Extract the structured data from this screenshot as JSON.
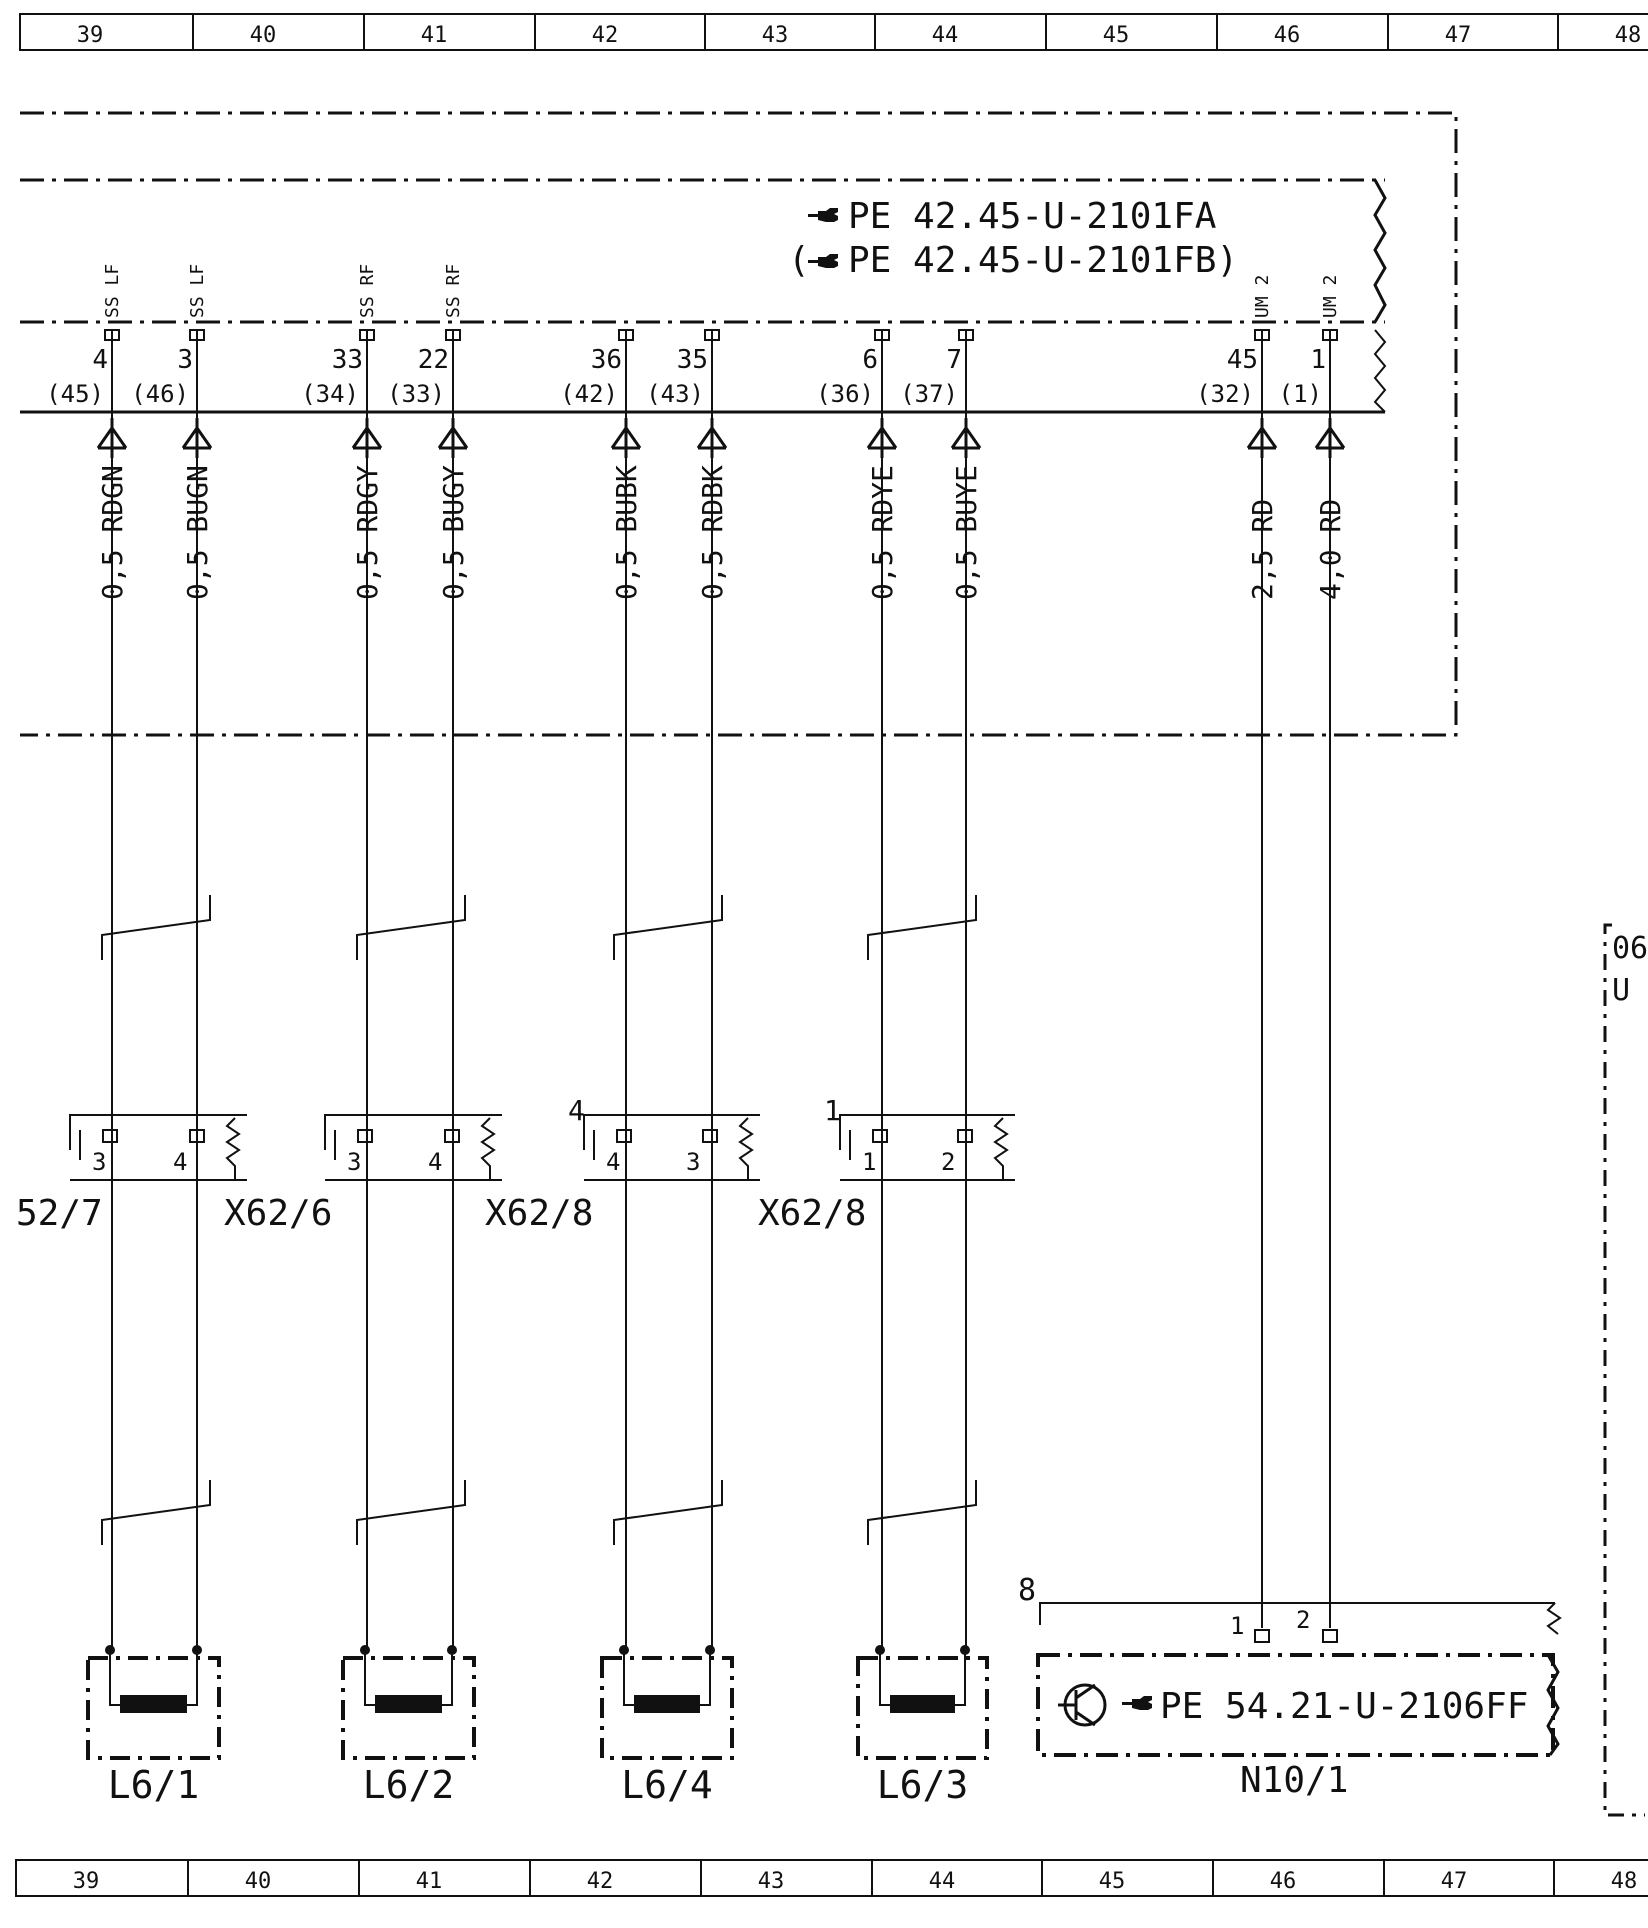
{
  "top_ruler": [
    "39",
    "40",
    "41",
    "42",
    "43",
    "44",
    "45",
    "46",
    "47",
    "48"
  ],
  "bottom_ruler": [
    "39",
    "40",
    "41",
    "42",
    "43",
    "44",
    "45",
    "46",
    "47",
    "48"
  ],
  "module": {
    "ref_a": "PE 42.45-U-2101FA",
    "ref_b_open": "(",
    "ref_b": "PE 42.45-U-2101FB)"
  },
  "wires": [
    {
      "signal": "SS LF",
      "pin": "4",
      "alt": "(45)",
      "wire": "0,5 RDGN"
    },
    {
      "signal": "SS LF",
      "pin": "3",
      "alt": "(46)",
      "wire": "0,5 BUGN"
    },
    {
      "signal": "SS RF",
      "pin": "33",
      "alt": "(34)",
      "wire": "0,5 RDGY"
    },
    {
      "signal": "SS RF",
      "pin": "22",
      "alt": "(33)",
      "wire": "0,5 BUGY"
    },
    {
      "signal": "",
      "pin": "36",
      "alt": "(42)",
      "wire": "0,5 BUBK"
    },
    {
      "signal": "",
      "pin": "35",
      "alt": "(43)",
      "wire": "0,5 RDBK"
    },
    {
      "signal": "",
      "pin": "6",
      "alt": "(36)",
      "wire": "0,5 RDYE"
    },
    {
      "signal": "",
      "pin": "7",
      "alt": "(37)",
      "wire": "0,5 BUYE"
    },
    {
      "signal": "UM 2",
      "pin": "45",
      "alt": "(32)",
      "wire": "2,5 RD"
    },
    {
      "signal": "UM 2",
      "pin": "1",
      "alt": "(1)",
      "wire": "4,0 RD"
    }
  ],
  "connectors": [
    {
      "name": "52/7",
      "pin_a": "3",
      "pin_b": "4",
      "group": ""
    },
    {
      "name": "X62/6",
      "pin_a": "3",
      "pin_b": "4",
      "group": ""
    },
    {
      "name": "X62/8",
      "pin_a": "4",
      "pin_b": "3",
      "group": "4"
    },
    {
      "name": "X62/8",
      "pin_a": "1",
      "pin_b": "2",
      "group": "1"
    }
  ],
  "speakers": [
    "L6/1",
    "L6/2",
    "L6/4",
    "L6/3"
  ],
  "amp": {
    "name": "N10/1",
    "group": "8",
    "pin_a": "1",
    "pin_b": "2",
    "ref": "PE 54.21-U-2106FF"
  },
  "right_edge": {
    "line1": "06",
    "line2": "U"
  }
}
